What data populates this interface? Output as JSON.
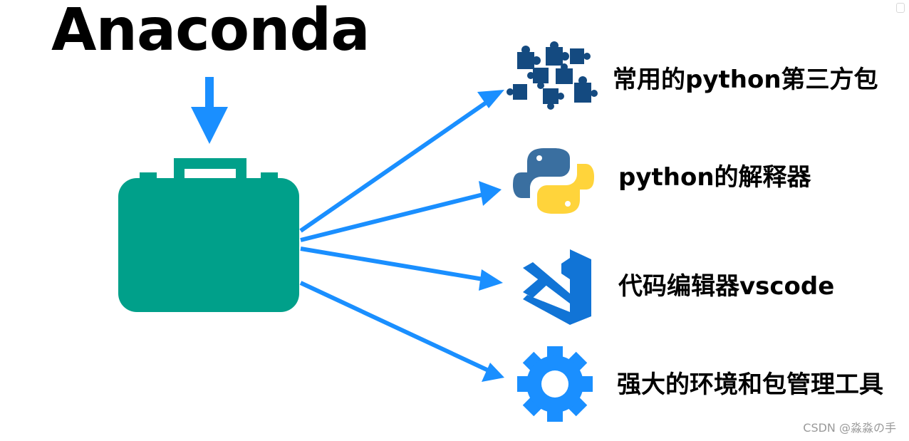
{
  "title": "Anaconda",
  "items": [
    {
      "label": "常用的python第三方包",
      "icon": "puzzle-pieces-icon"
    },
    {
      "label": "python的解释器",
      "icon": "python-logo-icon"
    },
    {
      "label": "代码编辑器vscode",
      "icon": "vscode-logo-icon"
    },
    {
      "label": "强大的环境和包管理工具",
      "icon": "gear-icon"
    }
  ],
  "watermark": "CSDN @淼淼の手",
  "colors": {
    "arrow": "#1a8fff",
    "briefcase": "#00a08a",
    "puzzle": "#144a80",
    "python_blue": "#3a6fa0",
    "python_yellow": "#ffd43b",
    "vscode": "#1174d6",
    "gear": "#1a8fff"
  }
}
